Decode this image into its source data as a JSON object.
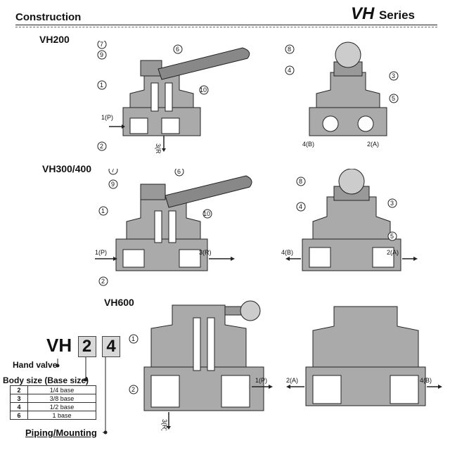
{
  "header": {
    "section": "Construction",
    "series": "VH",
    "series_suffix": "Series"
  },
  "diagrams": [
    {
      "model": "VH200",
      "left_callouts": [
        "7",
        "9",
        "1",
        "6",
        "10",
        "2"
      ],
      "left_ports": [
        "1(P)",
        "3(R)"
      ],
      "right_callouts": [
        "8",
        "4",
        "3",
        "5"
      ],
      "right_ports": [
        "4(B)",
        "2(A)"
      ]
    },
    {
      "model": "VH300/400",
      "left_callouts": [
        "7",
        "9",
        "1",
        "6",
        "10",
        "2"
      ],
      "left_ports": [
        "1(P)",
        "3(R)"
      ],
      "right_callouts": [
        "8",
        "4",
        "3",
        "5"
      ],
      "right_ports": [
        "4(B)",
        "2(A)"
      ]
    },
    {
      "model": "VH600",
      "left_callouts": [
        "1",
        "2"
      ],
      "left_ports": [
        "1(P)",
        "3(R)"
      ],
      "right_ports": [
        "2(A)",
        "4(B)"
      ]
    }
  ],
  "ordering": {
    "prefix": "VH",
    "code1": "2",
    "code2": "4",
    "hand_valve": "Hand valve",
    "body_size": "Body size (Base size)",
    "piping": "Piping/Mounting",
    "sizes": [
      {
        "k": "2",
        "v": "1/4 base"
      },
      {
        "k": "3",
        "v": "3/8 base"
      },
      {
        "k": "4",
        "v": "1/2 base"
      },
      {
        "k": "6",
        "v": "1 base"
      }
    ]
  }
}
